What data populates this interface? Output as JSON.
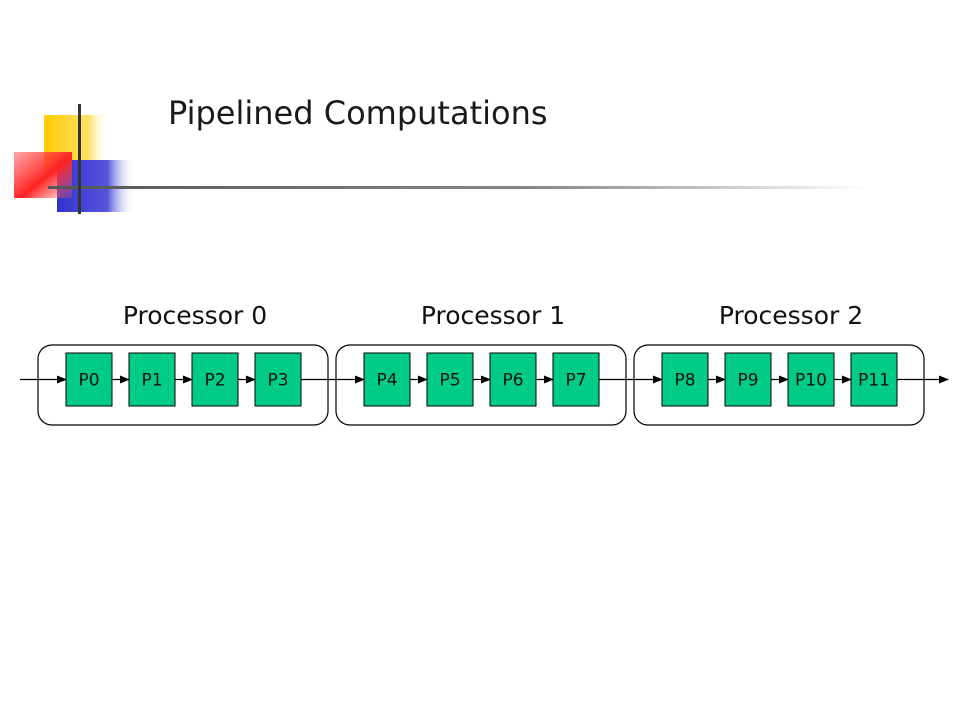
{
  "slide": {
    "title": "Pipelined Computations"
  },
  "diagram": {
    "groups": [
      {
        "label": "Processor 0",
        "stages": [
          "P0",
          "P1",
          "P2",
          "P3"
        ]
      },
      {
        "label": "Processor 1",
        "stages": [
          "P4",
          "P5",
          "P6",
          "P7"
        ]
      },
      {
        "label": "Processor 2",
        "stages": [
          "P8",
          "P9",
          "P10",
          "P11"
        ]
      }
    ],
    "colors": {
      "stage_fill": "#00cc88",
      "stroke": "#000000",
      "accent_yellow": "#ffcc00",
      "accent_blue": "#3333cc",
      "accent_red": "#ff3333"
    }
  }
}
